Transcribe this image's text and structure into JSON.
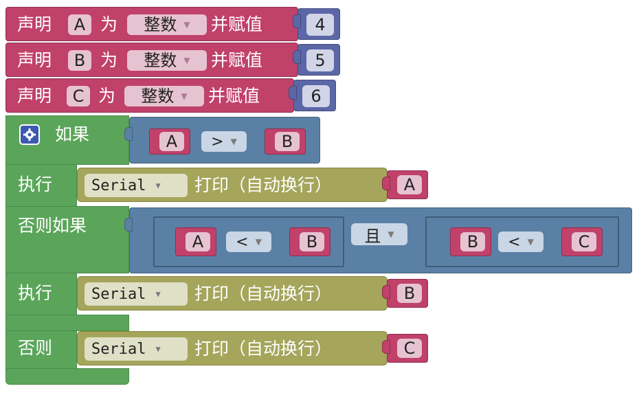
{
  "declarations": [
    {
      "prefix": "声明",
      "var": "A",
      "mid": "为",
      "type": "整数",
      "suffix": "并赋值",
      "value": "4"
    },
    {
      "prefix": "声明",
      "var": "B",
      "mid": "为",
      "type": "整数",
      "suffix": "并赋值",
      "value": "5"
    },
    {
      "prefix": "声明",
      "var": "C",
      "mid": "为",
      "type": "整数",
      "suffix": "并赋值",
      "value": "6"
    }
  ],
  "if_block": {
    "if_label": "如果",
    "cond1": {
      "left": "A",
      "op": ">",
      "right": "B"
    },
    "do_label": "执行",
    "print1": {
      "target": "Serial",
      "action": "打印（自动换行）",
      "value": "A"
    },
    "elseif_label": "否则如果",
    "cond2": {
      "left": {
        "left": "A",
        "op": "<",
        "right": "B"
      },
      "logic": "且",
      "right": {
        "left": "B",
        "op": "<",
        "right": "C"
      }
    },
    "do2_label": "执行",
    "print2": {
      "target": "Serial",
      "action": "打印（自动换行）",
      "value": "B"
    },
    "else_label": "否则",
    "print3": {
      "target": "Serial",
      "action": "打印（自动换行）",
      "value": "C"
    }
  },
  "icons": {
    "gear": "gear-icon",
    "dropdown": "chevron-down-icon"
  }
}
